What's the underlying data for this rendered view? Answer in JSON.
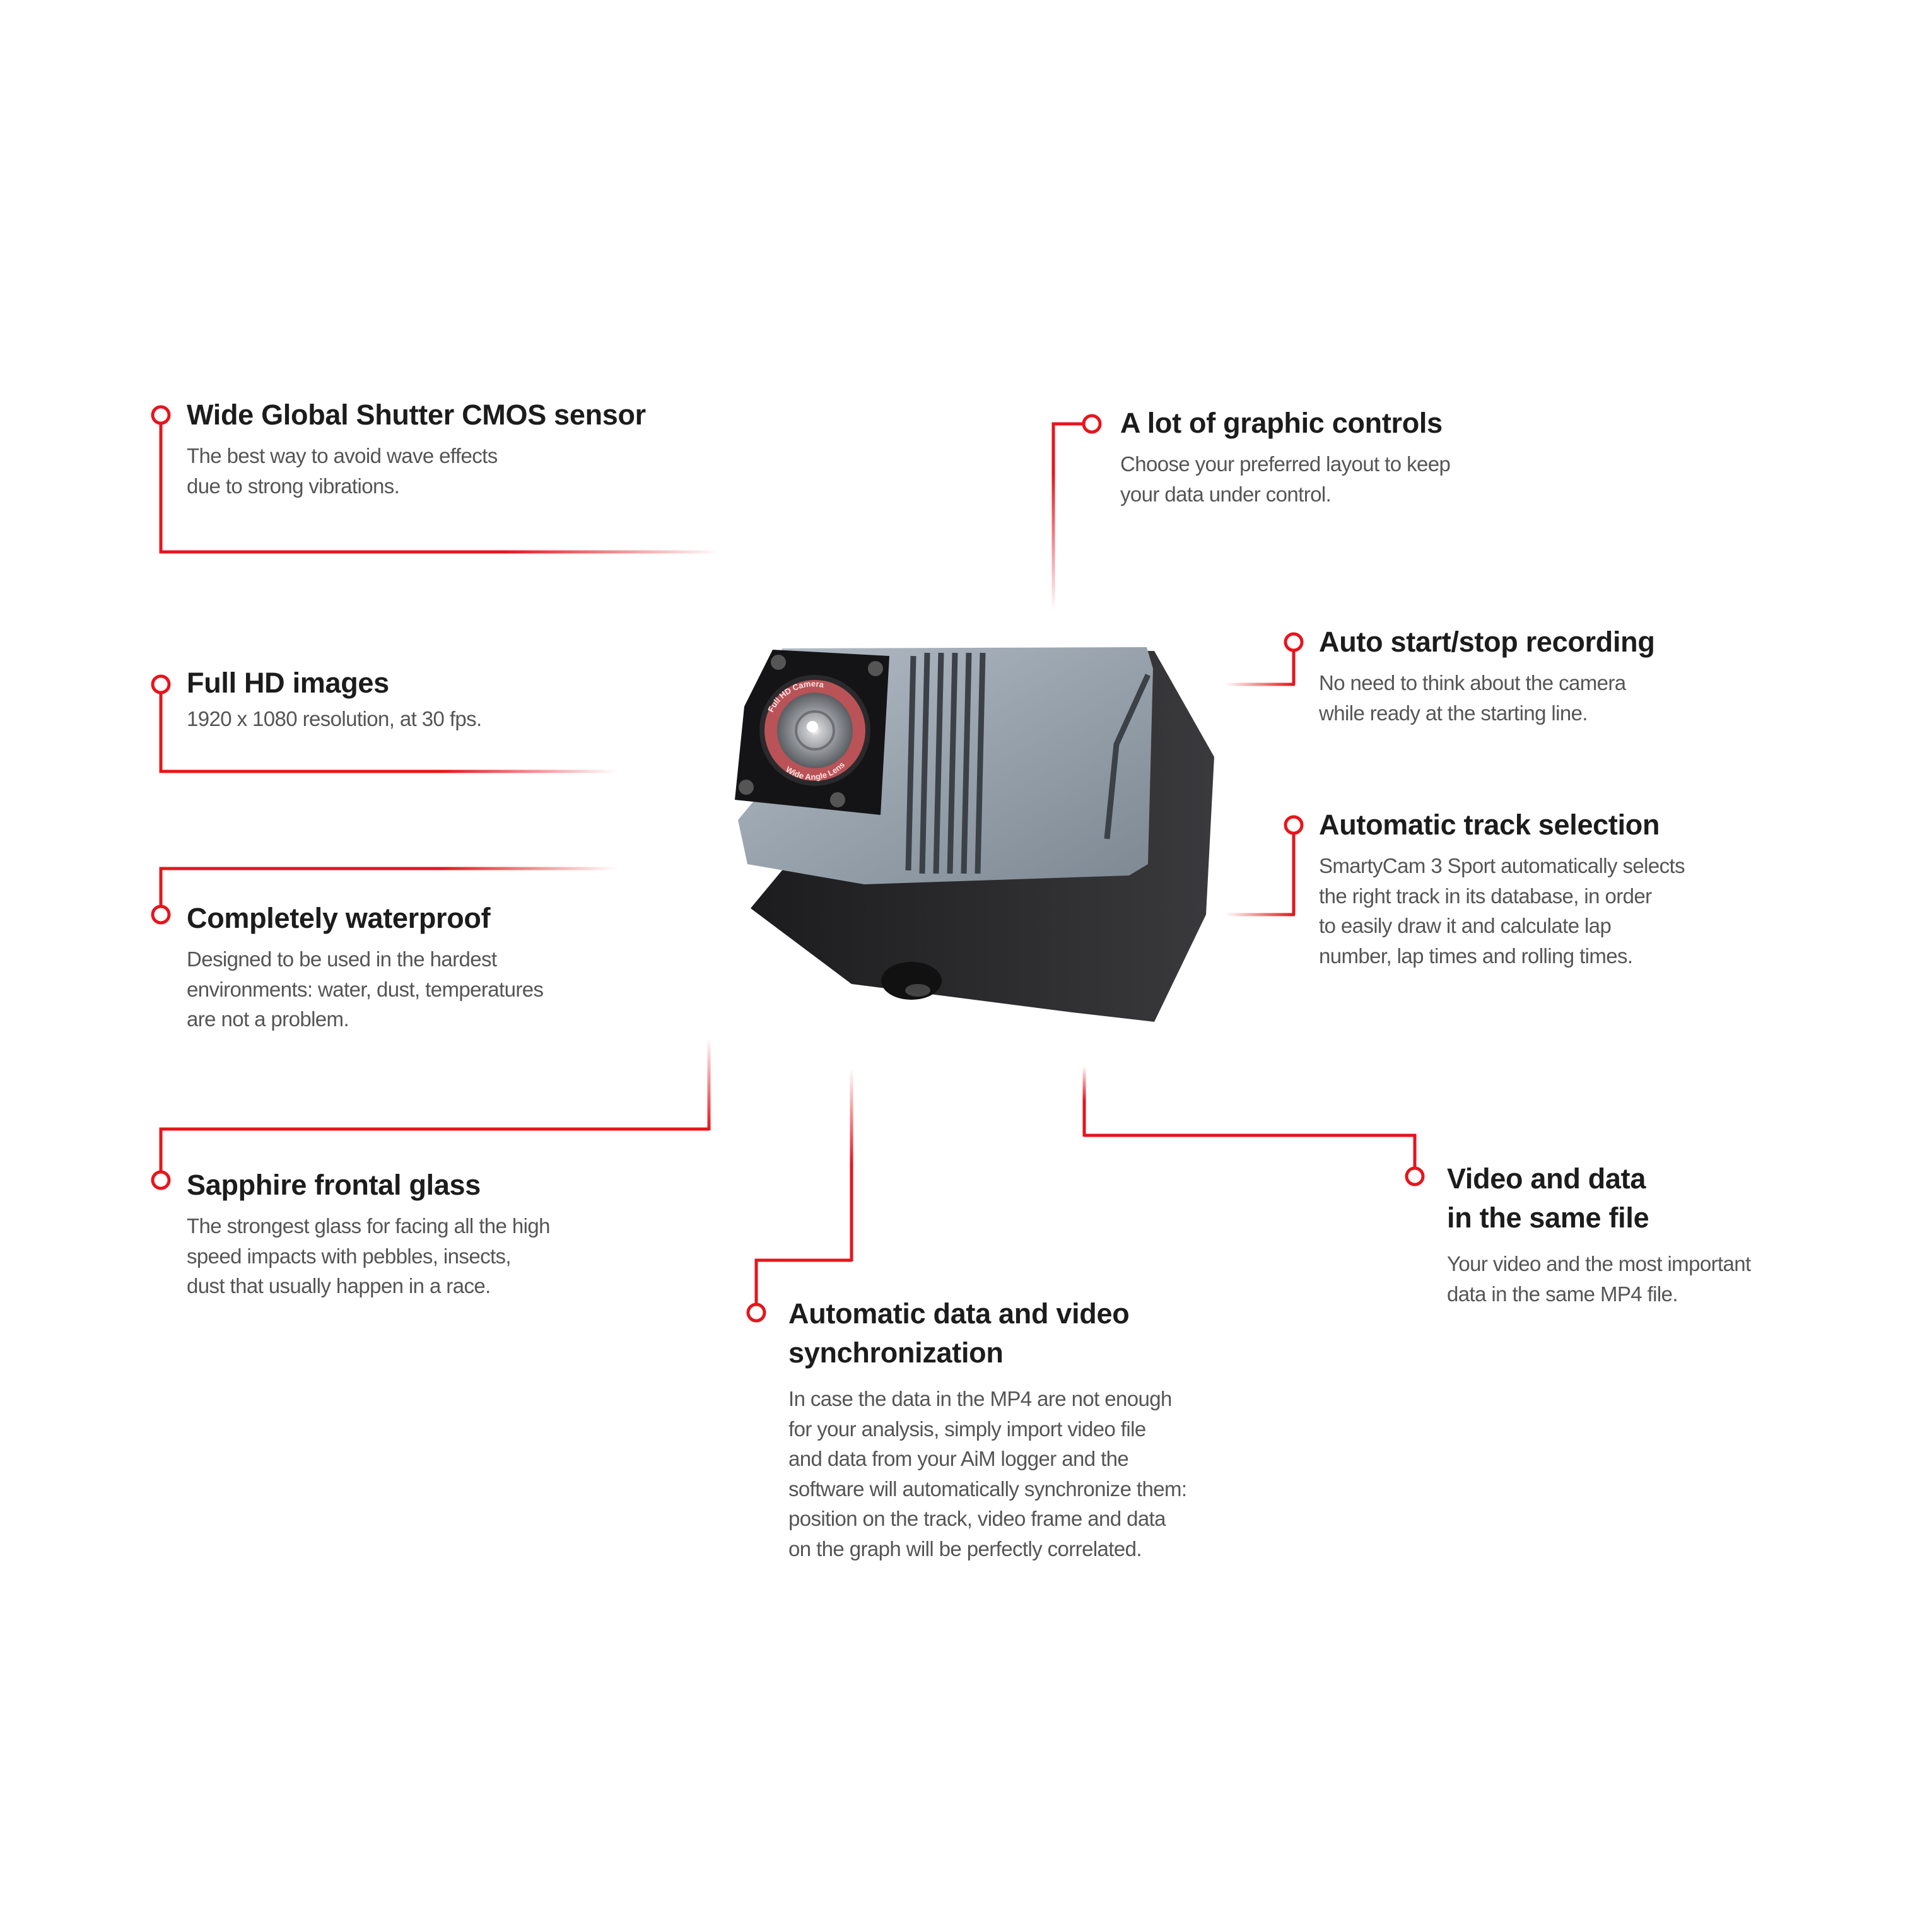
{
  "accent_color": "#e8141c",
  "product_image": {
    "lens_text": [
      "Full HD Camera",
      "Wide Angle Lens"
    ]
  },
  "features": [
    {
      "title": [
        "Wide Global Shutter CMOS sensor"
      ],
      "body": [
        "The best way to avoid wave effects",
        "due to strong vibrations."
      ]
    },
    {
      "title": [
        "A lot of graphic controls"
      ],
      "body": [
        "Choose your preferred layout to keep",
        "your data under control."
      ]
    },
    {
      "title": [
        "Auto start/stop recording"
      ],
      "body": [
        "No need to think about the camera",
        "while ready at the starting line."
      ]
    },
    {
      "title": [
        "Automatic track selection"
      ],
      "body": [
        "SmartyCam 3 Sport automatically selects",
        "the right track in its database, in order",
        "to easily draw it and calculate lap",
        "number, lap times and rolling times."
      ]
    },
    {
      "title": [
        "Full HD images"
      ],
      "body": [
        "1920 x 1080 resolution, at 30 fps."
      ]
    },
    {
      "title": [
        "Completely waterproof"
      ],
      "body": [
        "Designed to be used in the hardest",
        "environments: water, dust, temperatures",
        "are not a problem."
      ]
    },
    {
      "title": [
        "Sapphire frontal glass"
      ],
      "body": [
        "The strongest glass for facing all the high",
        "speed impacts with pebbles, insects,",
        "dust that usually happen in a race."
      ]
    },
    {
      "title": [
        "Automatic data and video",
        "synchronization"
      ],
      "body": [
        "In case the data in the MP4 are not enough",
        "for your analysis, simply import video file",
        "and data from your AiM logger and the",
        "software will automatically synchronize them:",
        "position on the track, video frame and data",
        "on the graph will be perfectly correlated."
      ]
    },
    {
      "title": [
        "Video and data",
        "in the same file"
      ],
      "body": [
        "Your video and the most important",
        "data in the same MP4 file."
      ]
    }
  ]
}
